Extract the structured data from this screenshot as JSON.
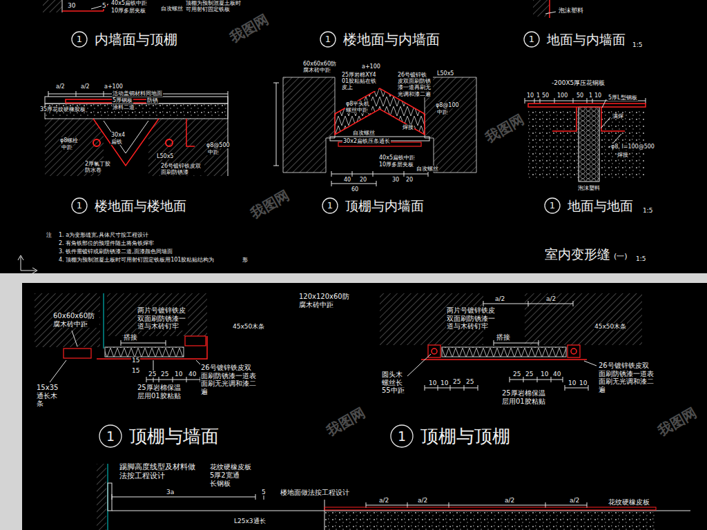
{
  "diagram": {
    "title": "室内变形缝",
    "nodes": [
      {
        "text": [
          "1",
          "内墙面与顶棚"
        ]
      },
      {
        "text": [
          "1",
          "楼地面与内墙面"
        ]
      },
      {
        "text": [
          "1",
          "地面与内墙面"
        ]
      },
      {
        "text": [
          "1",
          "楼地面与楼地面"
        ]
      },
      {
        "text": [
          "1",
          "顶棚与内墙面"
        ]
      },
      {
        "text": [
          "1",
          "地面与地面"
        ]
      },
      {
        "text": [
          "1",
          "顶棚与墙面"
        ]
      },
      {
        "text": [
          "1",
          "顶棚与顶棚"
        ]
      }
    ],
    "labels": [
      "30",
      "5",
      "40x5扁铁中距",
      "10厚多层夹板",
      "自攻螺丝",
      "顶棚为预制混凝土板时可用射钉固定铁板",
      "泡沫塑料",
      "1:5",
      "a/2",
      "a/2",
      "a+100",
      "活动盖铜材料同地面",
      "5厚钢板",
      "防锈",
      "涂料二道",
      "35厚花纹硬橡胶板",
      "φ8螺栓",
      "中距",
      "30x4",
      "扁铁",
      "L50x5",
      "2厚氯丁胶防水卷",
      "φ8@500",
      "中距",
      "26号镀锌铁皮双面刷防锈漆",
      "1:5",
      "60x60x60防腐木砖中距",
      "a+100",
      "25厚岩棉XY401胶粘贴在铁皮上",
      "26号镀锌铁皮双面刷防锈漆一道再刷无光调和漆二遍",
      "L50x5",
      "φ8平头机螺丝中距",
      "φ8@100",
      "中距",
      "焊接",
      "自攻螺丝",
      "30x2扁铁压条通长",
      "40x5扁铁中距",
      "10厚多层夹板",
      "自攻螺丝",
      "40",
      "20",
      "30",
      "20",
      "60",
      "-200X5厚压花铜板",
      "10",
      "1",
      "50",
      "100",
      "50",
      "1",
      "10",
      "5厚L型钢板",
      "满焊",
      "φ8, l=100@500",
      "焊接",
      "泡沫塑料",
      "注",
      "1. a为变形缝宽,具体尺寸按工程设计",
      "2. 有角铁部位的预埋件随土将角铁焊牢",
      "3. 铁件需镀锌或刷防锈漆二道,面漆颜色同墙面",
      "4. 顶棚为预制混凝土板时可用射钉固定铁板用101胶粘贴结构为",
      "形",
      "(一)",
      "1:5",
      "120x120x60防腐木砖中距",
      "60x60x60防腐木砖中距",
      "两片号镀锌铁皮双面刷防锈漆一道与木砖钉牢",
      "45x50木条",
      "搭接",
      "15",
      "15",
      "25",
      "25",
      "10",
      "40",
      "15x35通长木条",
      "25厚岩棉保温层用01胶粘贴",
      "26号镀锌铁皮双面刷防锈漆一道表面刷无光调和漆二遍",
      "a/2",
      "a/2",
      "两片号镀锌铁皮双面刷防锈漆一道与木砖钉牢",
      "45x50木条",
      "搭接",
      "圆头木螺丝长55中距",
      "10",
      "10",
      "25",
      "25",
      "25",
      "25",
      "10",
      "40",
      "10",
      "10",
      "25厚岩棉保温层用01胶粘贴",
      "26号镀锌铁皮双面刷防锈漆一道表面刷无光调和漆二遍",
      "踢脚高度线型及材料做法按工程设计",
      "花纹硬橡皮板",
      "5厚2宽通长钢板",
      "3a",
      "5",
      "楼地面做法按工程设计",
      "L25x3通长",
      "a/2",
      "a/2",
      "a/2",
      "a/2",
      "花纹硬橡皮板",
      "我图网",
      "我图网",
      "我图网",
      "我图网",
      "我图网"
    ]
  }
}
